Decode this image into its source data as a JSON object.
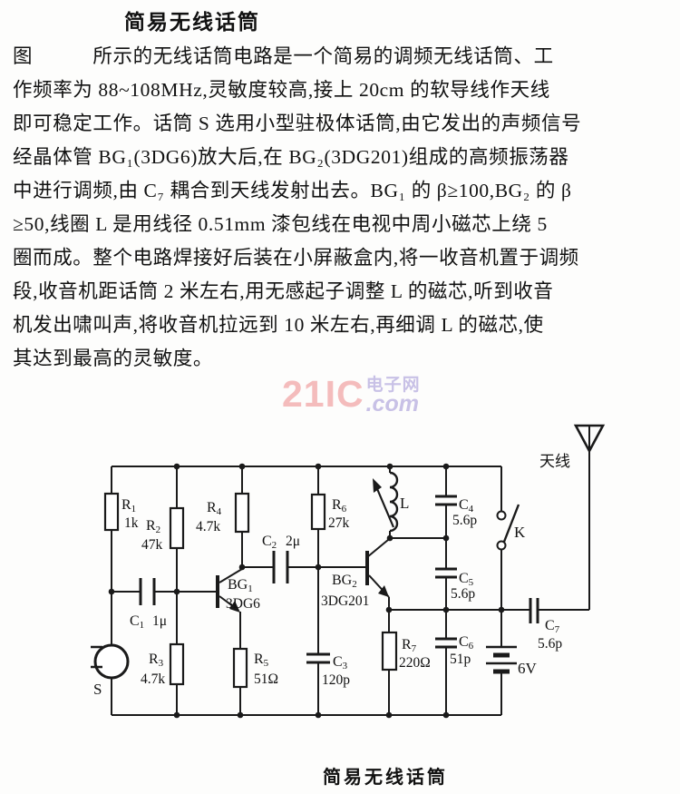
{
  "page": {
    "title": "简易无线话筒",
    "figure_caption": "简易无线话筒"
  },
  "article": {
    "lines": [
      "图　　　所示的无线话筒电路是一个简易的调频无线话筒、工",
      "作频率为 88~108MHz,灵敏度较高,接上 20cm 的软导线作天线",
      "即可稳定工作。话筒 S 选用小型驻极体话筒,由它发出的声频信号",
      "经晶体管 BG₁(3DG6)放大后,在 BG₂(3DG201)组成的高频振荡器",
      "中进行调频,由 C₇ 耦合到天线发射出去。BG₁ 的 β≥100,BG₂ 的 β",
      "≥50,线圈 L 是用线径 0.51mm 漆包线在电视中周小磁芯上绕 5",
      "圈而成。整个电路焊接好后装在小屏蔽盒内,将一收音机置于调频",
      "段,收音机距话筒 2 米左右,用无感起子调整 L 的磁芯,听到收音",
      "机发出啸叫声,将收音机拉远到 10 米左右,再细调 L 的磁芯,使",
      "其达到最高的灵敏度。"
    ]
  },
  "watermark": {
    "brand": "21IC",
    "site": "电子网",
    "suffix": ".com",
    "brand_color": "#f4bcbc",
    "accent_color": "#c8c1e6"
  },
  "circuit": {
    "antenna_label": "天线",
    "switch_label": "K",
    "battery_label": "6V",
    "mic_label": "S",
    "inductor_label": "L",
    "components": {
      "r1": {
        "sym": "R",
        "sub": "1",
        "value": "1k"
      },
      "r2": {
        "sym": "R",
        "sub": "2",
        "value": "47k"
      },
      "r3": {
        "sym": "R",
        "sub": "3",
        "value": "4.7k"
      },
      "r4": {
        "sym": "R",
        "sub": "4",
        "value": "4.7k"
      },
      "r5": {
        "sym": "R",
        "sub": "5",
        "value": "51Ω"
      },
      "r6": {
        "sym": "R",
        "sub": "6",
        "value": "27k"
      },
      "r7": {
        "sym": "R",
        "sub": "7",
        "value": "220Ω"
      },
      "c1": {
        "sym": "C",
        "sub": "1",
        "value": "1μ"
      },
      "c2": {
        "sym": "C",
        "sub": "2",
        "value": "2μ"
      },
      "c3": {
        "sym": "C",
        "sub": "3",
        "value": "120p"
      },
      "c4": {
        "sym": "C",
        "sub": "4",
        "value": "5.6p"
      },
      "c5": {
        "sym": "C",
        "sub": "5",
        "value": "5.6p"
      },
      "c6": {
        "sym": "C",
        "sub": "6",
        "value": "51p"
      },
      "c7": {
        "sym": "C",
        "sub": "7",
        "value": "5.6p"
      },
      "bg1": {
        "sym": "BG",
        "sub": "1",
        "value": "3DG6"
      },
      "bg2": {
        "sym": "BG",
        "sub": "2",
        "value": "3DG201"
      }
    }
  }
}
